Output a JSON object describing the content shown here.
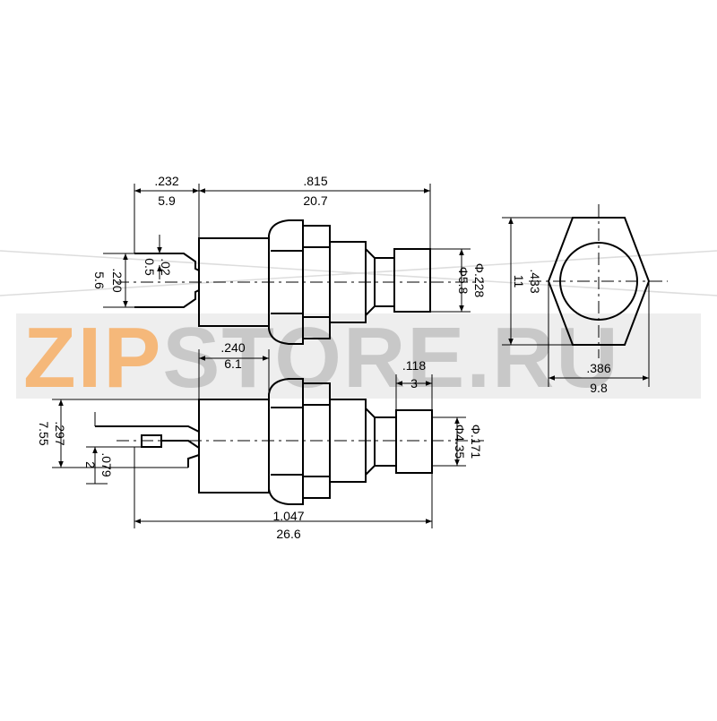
{
  "watermark": {
    "part1": "ZIP",
    "part2": "STORE.RU",
    "color1": "#f5b87a",
    "color2": "#c8c8c8"
  },
  "dimensions": {
    "top_left_in": ".232",
    "top_left_mm": "5.9",
    "top_total_in": ".815",
    "top_total_mm": "20.7",
    "pin_gap_in": ".02",
    "pin_gap_mm": "0.5",
    "pin_span_in": ".220",
    "pin_span_mm": "5.6",
    "dia_top_in": "Φ.228",
    "dia_top_mm": "Φ5.8",
    "hex_height_in": ".433",
    "hex_height_mm": "11",
    "hex_width_in": ".386",
    "hex_width_mm": "9.8",
    "bottom_flange_in": ".240",
    "bottom_flange_mm": "6.1",
    "bottom_tip_in": ".118",
    "bottom_tip_mm": "3",
    "dia_bottom_in": "Φ.171",
    "dia_bottom_mm": "Φ4.35",
    "left_height_in": ".297",
    "left_height_mm": "7.55",
    "tab_in": ".079",
    "tab_mm": "2",
    "bottom_total_in": "1.047",
    "bottom_total_mm": "26.6"
  }
}
